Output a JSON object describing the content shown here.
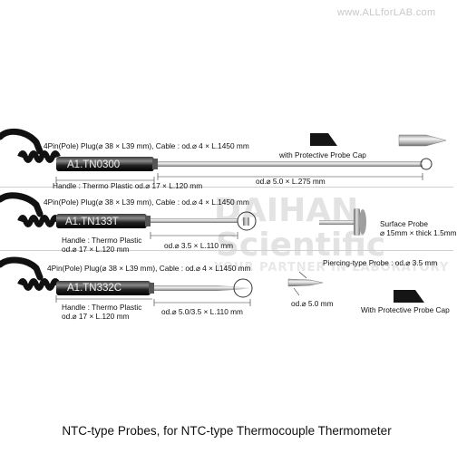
{
  "watermark": "www.ALLforLAB.com",
  "logo": {
    "line1": "DAIHAN",
    "line2": "Scientific",
    "line3": "YOUR PARTNER IN LABORATORY"
  },
  "probes": [
    {
      "model": "A1.TN0300",
      "plug_cable": "4Pin(Pole) Plug(⌀ 38 × L39 mm), Cable : od.⌀ 4 × L.1450 mm",
      "handle": "Handle : Thermo Plastic od.⌀ 17 × L.120 mm",
      "rod": "od.⌀ 5.0 × L.275 mm",
      "accessory": "with Protective Probe Cap"
    },
    {
      "model": "A1.TN133T",
      "plug_cable": "4Pin(Pole) Plug(⌀ 38 × L39 mm), Cable : od.⌀ 4 × L.1450 mm",
      "handle_line1": "Handle : Thermo Plastic",
      "handle_line2": "od.⌀ 17 × L.120 mm",
      "rod": "od.⌀ 3.5 × L.110 mm",
      "tip_label_line1": "Surface Probe",
      "tip_label_line2": "⌀ 15mm × thick 1.5mm"
    },
    {
      "model": "A1.TN332C",
      "plug_cable": "4Pin(Pole) Plug(⌀ 38 × L39 mm), Cable : od.⌀ 4 × L1450 mm",
      "handle_line1": "Handle : Thermo Plastic",
      "handle_line2": "od.⌀ 17 × L.120 mm",
      "rod": "od.⌀ 5.0/3.5 × L.110 mm",
      "tip_label": "Piercing-type Probe : od.⌀ 3.5 mm",
      "tip_od": "od.⌀ 5.0 mm",
      "accessory": "With Protective Probe Cap"
    }
  ],
  "caption": "NTC-type Probes, for NTC-type Thermocouple Thermometer"
}
